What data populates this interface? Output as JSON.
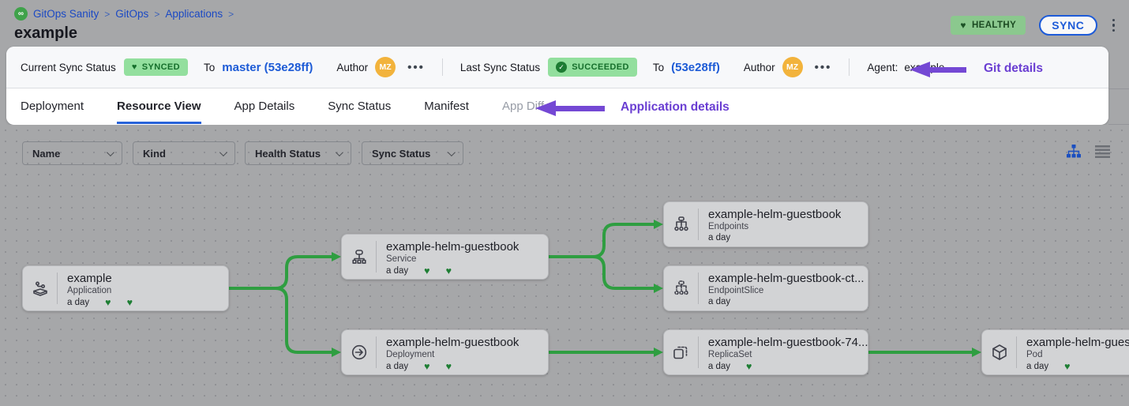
{
  "breadcrumb": {
    "separator": ">",
    "items": [
      "GitOps Sanity",
      "GitOps",
      "Applications"
    ]
  },
  "page": {
    "title": "example"
  },
  "header": {
    "health_badge": "HEALTHY",
    "sync_button": "SYNC"
  },
  "sync_bar": {
    "current_label": "Current Sync Status",
    "current_badge": "SYNCED",
    "to_label": "To",
    "current_ref": "master (53e28ff)",
    "author_label": "Author",
    "author_initials": "MZ",
    "menu_dots": "•••",
    "last_label": "Last Sync Status",
    "last_badge": "SUCCEEDED",
    "last_to_label": "To",
    "last_ref": "(53e28ff)",
    "last_author_label": "Author",
    "last_author_initials": "MZ",
    "last_menu_dots": "•••",
    "agent_label": "Agent:",
    "agent_value": "example",
    "annotation": "Git details"
  },
  "tabs": {
    "items": [
      "Deployment",
      "Resource View",
      "App Details",
      "Sync Status",
      "Manifest",
      "App Diff"
    ],
    "active": "Resource View",
    "annotation": "Application details"
  },
  "filters": {
    "items": [
      "Name",
      "Kind",
      "Health Status",
      "Sync Status"
    ]
  },
  "graph": {
    "nodes": [
      {
        "title": "example",
        "kind": "Application",
        "age": "a day",
        "hearts": 2
      },
      {
        "title": "example-helm-guestbook",
        "kind": "Service",
        "age": "a day",
        "hearts": 2
      },
      {
        "title": "example-helm-guestbook",
        "kind": "Deployment",
        "age": "a day",
        "hearts": 2
      },
      {
        "title": "example-helm-guestbook",
        "kind": "Endpoints",
        "age": "a day",
        "hearts": 0
      },
      {
        "title": "example-helm-guestbook-ct...",
        "kind": "EndpointSlice",
        "age": "a day",
        "hearts": 0
      },
      {
        "title": "example-helm-guestbook-74...",
        "kind": "ReplicaSet",
        "age": "a day",
        "hearts": 1
      },
      {
        "title": "example-helm-guest",
        "kind": "Pod",
        "age": "a day",
        "hearts": 1
      }
    ]
  },
  "colors": {
    "accent_blue": "#1d5bd6",
    "badge_green_bg": "#93df9e",
    "badge_green_text": "#156e2b",
    "healthy_badge_bg": "#8bc88e",
    "edge_green": "#2f9e41",
    "annotation_purple": "#6a3ed2",
    "avatar_orange": "#f2b33c",
    "heart_green": "#1e7e34"
  }
}
